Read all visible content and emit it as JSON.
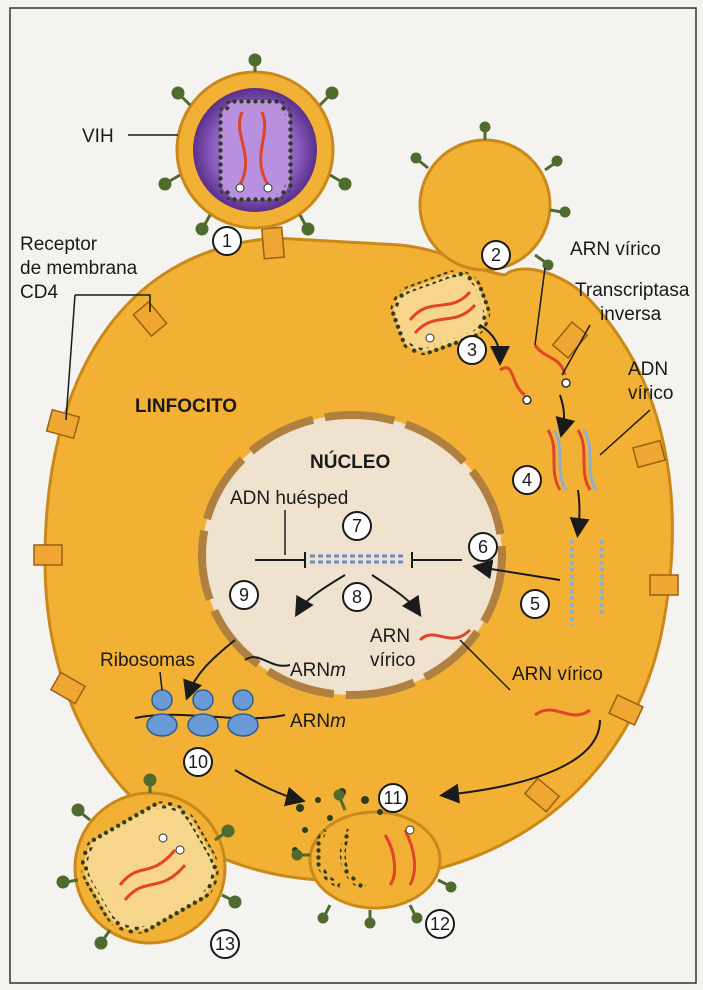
{
  "labels": {
    "vih": "VIH",
    "receptor_line1": "Receptor",
    "receptor_line2": "de membrana",
    "receptor_line3": "CD4",
    "linfocito": "LINFOCITO",
    "nucleo": "NÚCLEO",
    "adn_huesped": "ADN huésped",
    "arn_virico_top": "ARN vírico",
    "transcriptasa_line1": "Transcriptasa",
    "transcriptasa_line2": "inversa",
    "adn_virico_line1": "ADN",
    "adn_virico_line2": "vírico",
    "arn_virico_nucleus_line1": "ARN",
    "arn_virico_nucleus_line2": "vírico",
    "arnm_nucleus_prefix": "ARN",
    "arnm_nucleus_suffix": "m",
    "arn_virico_cyto": "ARN vírico",
    "ribosomas": "Ribosomas",
    "arnm_prefix": "ARN",
    "arnm_suffix": "m"
  },
  "steps": [
    "1",
    "2",
    "3",
    "4",
    "5",
    "6",
    "7",
    "8",
    "9",
    "10",
    "11",
    "12",
    "13"
  ],
  "colors": {
    "cell_fill": "#f2b134",
    "cell_stroke": "#c9891a",
    "nucleus_fill": "#efe3cf",
    "virus_purple": "#7b4ea8",
    "rna_red": "#e0442a",
    "ribosome_blue": "#6a9bd6",
    "dna_blue": "#8fb0cc",
    "spike_green": "#4f6b2e",
    "receptor_orange": "#f0a632"
  }
}
